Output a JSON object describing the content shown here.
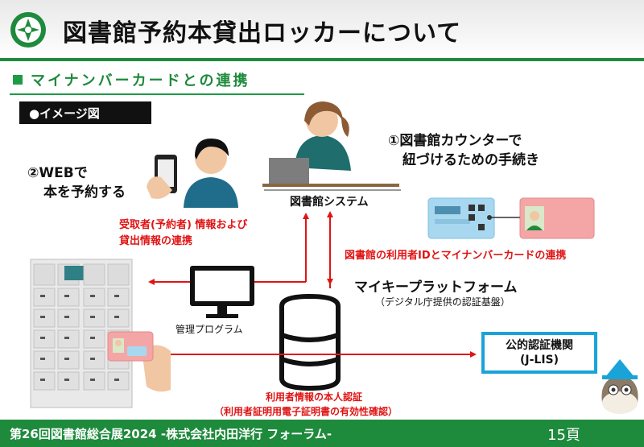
{
  "header": {
    "title": "図書館予約本貸出ロッカーについて"
  },
  "section": {
    "title": "マイナンバーカードとの連携",
    "badge": "●イメージ図"
  },
  "labels": {
    "step1_line1": "①図書館カウンターで",
    "step1_line2": "紐づけるための手続き",
    "step2_line1": "②WEBで",
    "step2_line2": "本を予約する",
    "library_system": "図書館システム",
    "receiver_info_line1": "受取者(予約者) 情報および",
    "receiver_info_line2": "貸出情報の連携",
    "id_link": "図書館の利用者IDとマイナンバーカードの連携",
    "myki_platform": "マイキープラットフォーム",
    "myki_platform_sub": "（デジタル庁提供の認証基盤）",
    "management_program": "管理プログラム",
    "auth_org_line1": "公的認証機関",
    "auth_org_line2": "(J-LIS)",
    "user_auth_line1": "利用者情報の本人認証",
    "user_auth_line2": "（利用者証明用電子証明書の有効性確認）"
  },
  "footer": {
    "text": "第26回図書館総合展2024 -株式会社内田洋行 フォーラム-",
    "page": "15頁"
  },
  "colors": {
    "brand_green": "#1e8a3c",
    "arrow_red": "#e01414",
    "jlis_blue": "#1aa3d8",
    "card_blue": "#a8d8f0",
    "card_pink": "#f4a6a6"
  },
  "icons": {
    "logo": "city-emblem-icon",
    "mascot": "owl-mascot-icon"
  }
}
